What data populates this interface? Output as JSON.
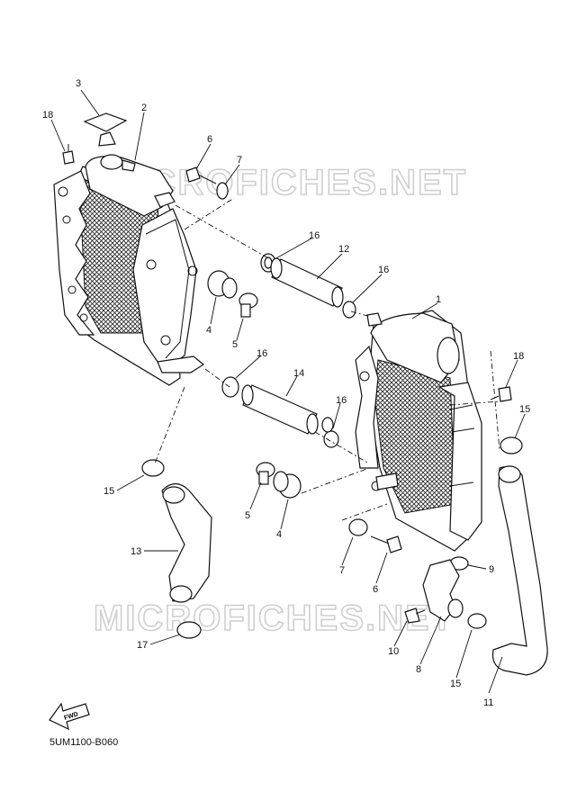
{
  "watermark": "MICROFICHES.NET",
  "diagram_code": "5UM1100-B060",
  "fwd_label": "FWD",
  "callouts": {
    "c1": "1",
    "c2": "2",
    "c3": "3",
    "c4a": "4",
    "c4b": "4",
    "c5a": "5",
    "c5b": "5",
    "c6a": "6",
    "c6b": "6",
    "c7a": "7",
    "c7b": "7",
    "c8": "8",
    "c9": "9",
    "c10": "10",
    "c11": "11",
    "c12": "12",
    "c13": "13",
    "c14": "14",
    "c15a": "15",
    "c15b": "15",
    "c15c": "15",
    "c16a": "16",
    "c16b": "16",
    "c16c": "16",
    "c16d": "16",
    "c17": "17",
    "c18a": "18",
    "c18b": "18"
  }
}
